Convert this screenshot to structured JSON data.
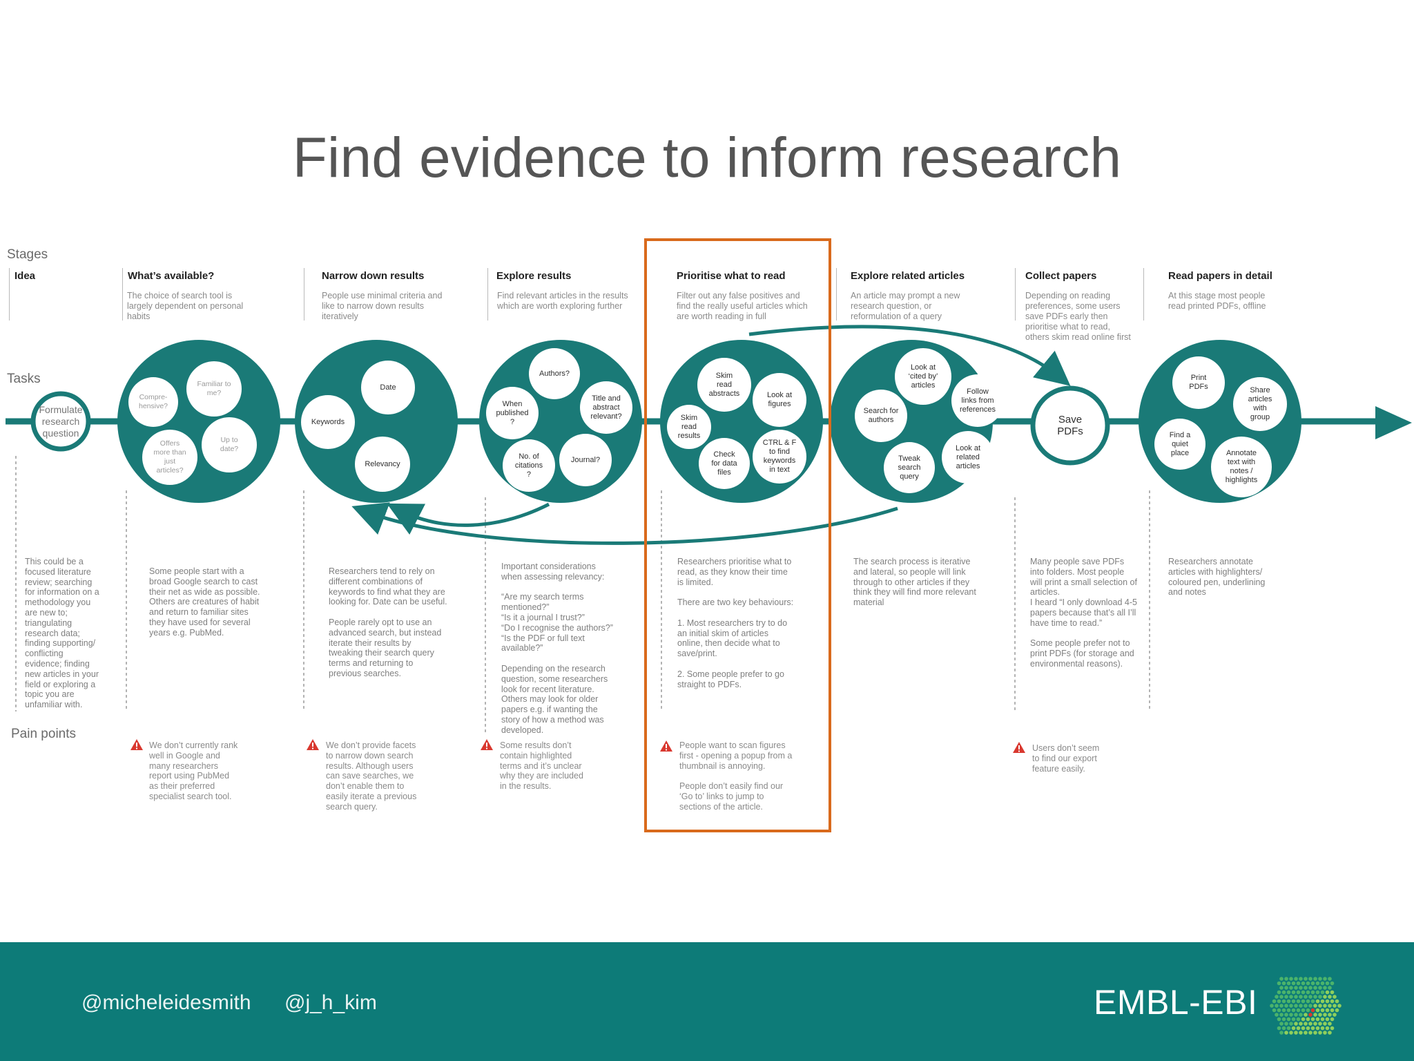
{
  "title": "Find evidence to inform research",
  "row_labels": {
    "stages": "Stages",
    "tasks": "Tasks",
    "pain_points": "Pain points"
  },
  "stages": [
    {
      "title": "Idea",
      "desc": ""
    },
    {
      "title": "What’s available?",
      "desc": "The choice of search tool is\nlargely dependent on personal\nhabits"
    },
    {
      "title": "Narrow down results",
      "desc": "People use minimal criteria and\nlike to narrow down results\niteratively"
    },
    {
      "title": "Explore results",
      "desc": "Find relevant articles in the results\nwhich are worth exploring further"
    },
    {
      "title": "Prioritise what to read",
      "desc": "Filter out any false positives and\nfind the really useful articles which\nare worth reading in full"
    },
    {
      "title": "Explore related articles",
      "desc": "An article may prompt a new\nresearch question, or\nreformulation of a query"
    },
    {
      "title": "Collect papers",
      "desc": "Depending on reading\npreferences, some users\nsave PDFs early then\nprioritise what to read,\nothers skim read online first"
    },
    {
      "title": "Read papers in detail",
      "desc": "At this stage most people\nread printed PDFs, offline"
    }
  ],
  "task_bubbles": {
    "idea": "Formulate\nresearch\nquestion",
    "available": [
      "Compre-\nhensive?",
      "Familiar to\nme?",
      "Offers\nmore than\njust\narticles?",
      "Up to\ndate?"
    ],
    "narrow": [
      "Date",
      "Keywords",
      "Relevancy"
    ],
    "explore": [
      "Authors?",
      "When\npublished\n?",
      "Title and\nabstract\nrelevant?",
      "No. of\ncitations\n?",
      "Journal?"
    ],
    "prioritise": [
      "Skim\nread\nabstracts",
      "Look at\nfigures",
      "Skim\nread\nresults",
      "Check\nfor data\nfiles",
      "CTRL & F\nto find\nkeywords\nin text"
    ],
    "related": [
      "Look at\n‘cited by’\narticles",
      "Search for\nauthors",
      "Follow\nlinks from\nreferences",
      "Tweak\nsearch\nquery",
      "Look at\nrelated\narticles"
    ],
    "collect": "Save\nPDFs",
    "read": [
      "Print\nPDFs",
      "Share\narticles\nwith\ngroup",
      "Find a\nquiet\nplace",
      "Annotate\ntext with\nnotes /\nhighlights"
    ]
  },
  "task_notes": [
    "This could be a\nfocused literature\nreview; searching\nfor information on a\nmethodology you\nare new to;\ntriangulating\nresearch data;\nfinding supporting/\nconflicting\nevidence; finding\nnew articles in your\nfield or exploring a\ntopic you are\nunfamiliar with.",
    "Some people start with a\nbroad Google search to cast\ntheir net as wide as possible.\nOthers are creatures of habit\nand return to familiar sites\nthey have used for several\nyears e.g. PubMed.",
    "Researchers tend to rely on\ndifferent combinations of\nkeywords to find what they are\nlooking for. Date can be useful.\n\nPeople rarely opt to use an\nadvanced search, but instead\niterate their results by\ntweaking their search query\nterms and returning to\nprevious searches.",
    "Important considerations\nwhen assessing relevancy:\n\n“Are my search terms\nmentioned?”\n“Is it a journal I trust?”\n“Do I recognise the authors?”\n“Is the PDF or full text\navailable?”\n\nDepending on the research\nquestion, some researchers\nlook for recent literature.\nOthers may look for older\npapers e.g. if wanting the\nstory of how a method was\ndeveloped.",
    "Researchers prioritise what to\nread, as they know their time\nis limited.\n\nThere are two key behaviours:\n\n1. Most researchers try to do\nan initial skim of articles\nonline, then decide what to\nsave/print.\n\n2. Some people prefer to go\nstraight to PDFs.",
    "The search process is iterative\nand lateral, so people will link\nthrough to other articles if they\nthink they will find more relevant\nmaterial",
    "Many people save PDFs\ninto folders. Most people\nwill print a small selection of\narticles.\nI heard “I only download 4-5\npapers because that’s all I’ll\nhave time to read.”\n\nSome people prefer not to\nprint PDFs (for storage and\nenvironmental reasons).",
    "Researchers annotate\narticles with highlighters/\ncoloured pen, underlining\nand notes"
  ],
  "pain_points": [
    "We don’t currently rank\nwell in Google and\nmany researchers\nreport using PubMed\nas their preferred\nspecialist search tool.",
    "We don’t provide facets\nto narrow down search\nresults. Although users\ncan save searches, we\ndon’t enable them to\neasily iterate a previous\nsearch query.",
    "Some results don’t\ncontain highlighted\nterms and it’s unclear\nwhy they are included\nin the results.",
    "People want to scan figures\nfirst - opening a popup from a\nthumbnail is annoying.\n\nPeople don’t easily find our\n‘Go to’ links to jump to\nsections of the article.",
    "Users don’t seem\nto find our export\nfeature easily."
  ],
  "footer": {
    "handle_1": "@micheleidesmith",
    "handle_2": "@j_h_kim",
    "logo_text": "EMBL-EBI"
  },
  "colors": {
    "teal": "#1a7a77",
    "footer_bg": "#0d7b78",
    "highlight": "#d96a1c",
    "warning": "#d9382f"
  }
}
